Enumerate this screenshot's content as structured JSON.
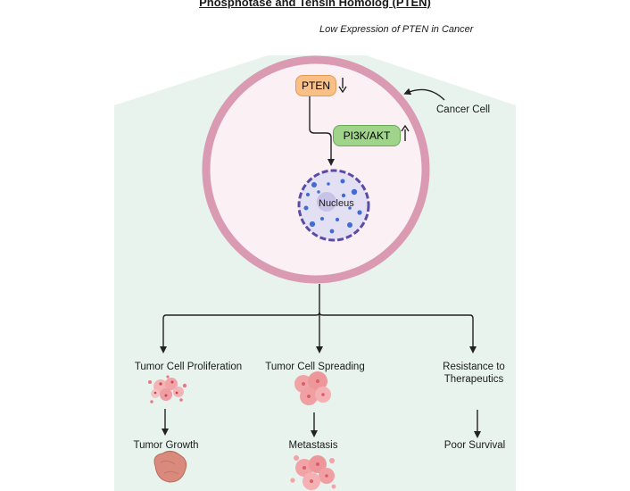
{
  "title": "Phosphotase and Tensin Homolog (PTEN)",
  "subtitle": "Low Expression of PTEN in Cancer",
  "cell": {
    "label": "Cancer Cell",
    "pten_label": "PTEN",
    "pten_trend": "down",
    "pi3k_label": "PI3K/AKT",
    "pi3k_trend": "up",
    "nucleus_label": "Nucleus"
  },
  "outcomes": [
    {
      "effect": "Tumor Cell Proliferation",
      "result": "Tumor Growth"
    },
    {
      "effect": "Tumor Cell Spreading",
      "result": "Metastasis"
    },
    {
      "effect_line1": "Resistance to",
      "effect_line2": "Therapeutics",
      "result": "Poor Survival"
    }
  ],
  "colors": {
    "background_panel": "#e8f3ee",
    "cell_membrane": "#d99ab2",
    "cell_fill": "#fbf1f4",
    "nucleus_fill": "#e3e0f4",
    "nucleus_border": "#5b4aa6",
    "chromatin": "#3f6cd6",
    "pten": "#f8bf86",
    "pi3k": "#9fd48a",
    "tumor": "#e97f83"
  }
}
